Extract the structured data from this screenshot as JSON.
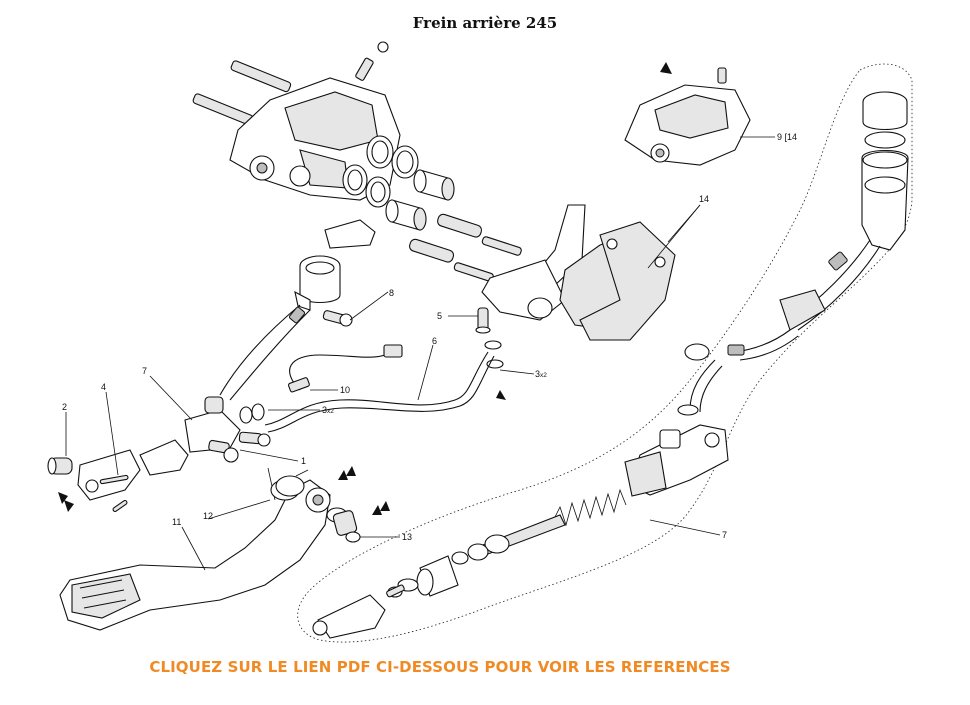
{
  "title": "Frein arrière 245",
  "footer": {
    "link_text": "CLIQUEZ SUR LE LIEN PDF CI-DESSOUS POUR VOIR LES REFERENCES",
    "color": "#f08a24"
  },
  "callouts": {
    "c1": "1",
    "c2": "2",
    "c3a": "3",
    "c3a_sub": "x2",
    "c3b": "3",
    "c3b_sub": "x2",
    "c4": "4",
    "c5": "5",
    "c6": "6",
    "c7a": "7",
    "c7b": "7",
    "c8": "8",
    "c9": "9 [14",
    "c10": "10",
    "c11": "11",
    "c12": "12",
    "c13": "13",
    "c14": "14"
  },
  "icons": {
    "torque_marker": "double-arrow-icon",
    "single_marker": "arrow-icon"
  }
}
